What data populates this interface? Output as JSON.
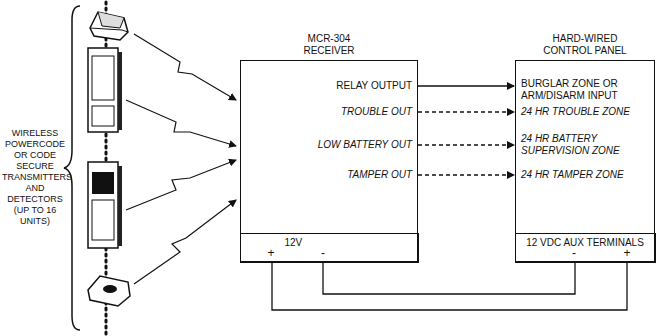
{
  "diagram": {
    "nodes": [
      {
        "text": [
          "MCR-304 RECEIVER"
        ]
      },
      {
        "text": [
          "12V"
        ],
        "in": 0
      },
      {
        "text": [
          "HARD-WIRED CONTROL PANEL"
        ]
      },
      {
        "text": [
          "12 VDC AUX TERMINALS"
        ],
        "in": 2
      }
    ],
    "edges": [
      {
        "from": 0,
        "to": 2,
        "arrow": "to"
      },
      {
        "from": 0,
        "to": 2,
        "arrow": "to"
      },
      {
        "from": 0,
        "to": 2,
        "arrow": "to"
      },
      {
        "from": 0,
        "to": 2,
        "arrow": "to"
      },
      {
        "from": 1,
        "to": 3,
        "arrow": "none"
      },
      {
        "from": 1,
        "to": 3,
        "arrow": "none"
      }
    ],
    "labels": [
      "WIRELESS POWERCODE OR CODE SECURE TRANSMITTERS AND DETECTORS (UP TO 16 UNITS)",
      "RELAY OUTPUT",
      "TROUBLE OUT",
      "LOW BATTERY OUT",
      "TAMPER OUT",
      "BURGLAR ZONE OR ARM/DISARM INPUT",
      "24 HR TROUBLE ZONE",
      "24 HR BATTERY SUPERVISION ZONE",
      "24 HR TAMPER ZONE",
      "+",
      "-",
      "-",
      "+"
    ]
  }
}
